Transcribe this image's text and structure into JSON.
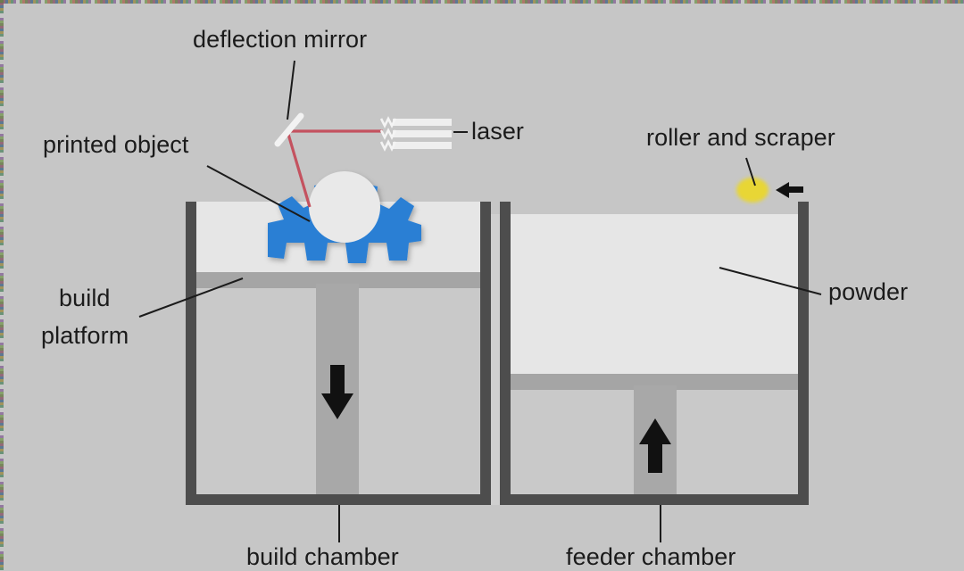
{
  "diagram": {
    "title": "Selective laser sintering (SLS) printer cross-section",
    "background_color": "#c6c6c6",
    "labels": {
      "deflection_mirror": "deflection mirror",
      "laser": "laser",
      "printed_object": "printed object",
      "build_platform_line1": "build",
      "build_platform_line2": "platform",
      "roller_and_scraper": "roller and scraper",
      "powder": "powder",
      "build_chamber": "build chamber",
      "feeder_chamber": "feeder chamber"
    },
    "colors": {
      "background": "#c6c6c6",
      "chamber_wall": "#4d4d4d",
      "powder_fill": "#e4e4e4",
      "chamber_interior": "#c9c9c9",
      "platform_bar": "#a5a5a5",
      "piston_stem": "#a5a5a5",
      "printed_object": "#2b7fd4",
      "laser_beam": "#c94f5a",
      "laser_body": "#f0f0f0",
      "mirror": "#f2f2f2",
      "roller": "#e8d634",
      "arrow": "#111111",
      "leader_line": "#1b1b1b",
      "text": "#1b1b1b"
    },
    "parts": {
      "build_chamber": {
        "name": "build chamber",
        "powder_fill_level": "full to rim",
        "platform_direction": "down",
        "platform_arrow": "downward-arrow",
        "contains": "printed object"
      },
      "feeder_chamber": {
        "name": "feeder chamber",
        "powder_fill_level": "upper half",
        "platform_direction": "up",
        "platform_arrow": "upward-arrow"
      },
      "roller": {
        "name": "roller and scraper",
        "travel_direction": "left",
        "travel_arrow": "left-arrow"
      },
      "laser": {
        "name": "laser",
        "emitter_bars": 3,
        "beam_path": "horizontal from laser to mirror, then down-right to printed object"
      },
      "mirror": {
        "name": "deflection mirror",
        "orientation": "45 degrees"
      },
      "printed_object": {
        "name": "printed object",
        "shape": "gear",
        "teeth": 9
      }
    }
  }
}
